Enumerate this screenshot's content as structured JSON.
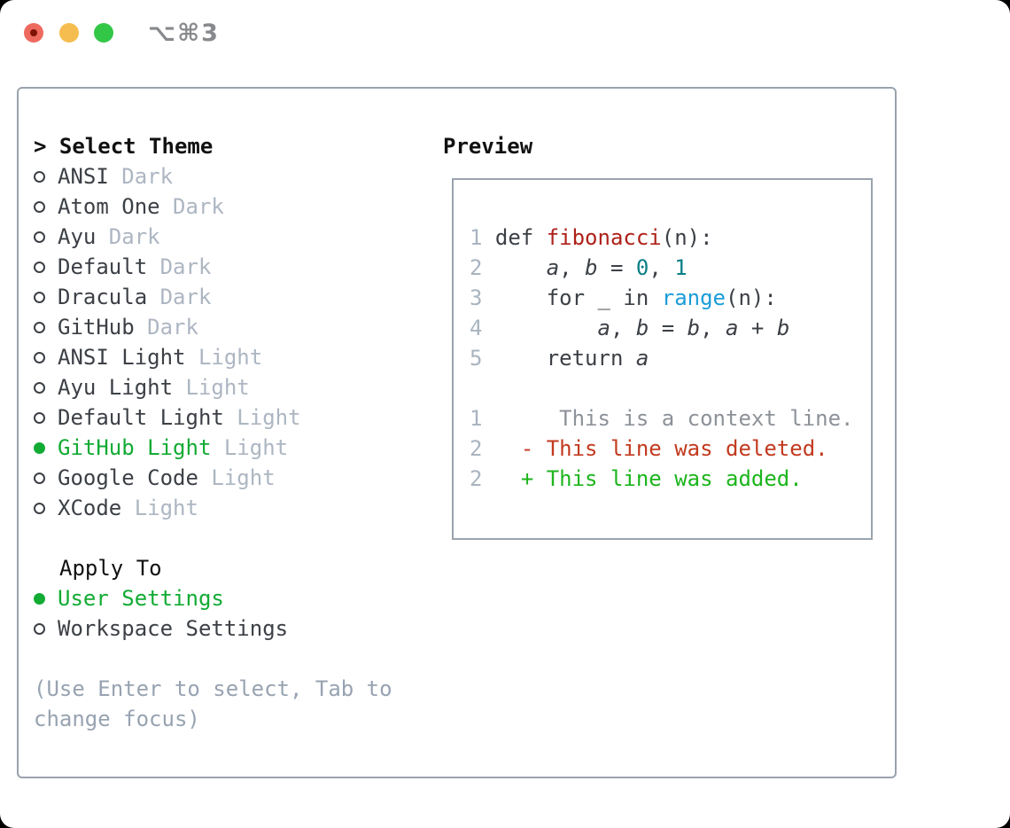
{
  "window": {
    "title": "⌥⌘3"
  },
  "colors": {
    "selection_green": "#12ab34",
    "added_green": "#1db51d",
    "deleted_red": "#c23a1f",
    "traffic_red": "#ee6a5f",
    "traffic_yellow": "#f5bd4f",
    "traffic_green": "#33c748",
    "panel_border": "#9aa3ae"
  },
  "theme_panel": {
    "prompt": "> ",
    "title": "Select Theme",
    "items": [
      {
        "name": "ANSI",
        "variant": "Dark",
        "selected": false
      },
      {
        "name": "Atom One",
        "variant": "Dark",
        "selected": false
      },
      {
        "name": "Ayu",
        "variant": "Dark",
        "selected": false
      },
      {
        "name": "Default",
        "variant": "Dark",
        "selected": false
      },
      {
        "name": "Dracula",
        "variant": "Dark",
        "selected": false
      },
      {
        "name": "GitHub",
        "variant": "Dark",
        "selected": false
      },
      {
        "name": "ANSI Light",
        "variant": "Light",
        "selected": false
      },
      {
        "name": "Ayu Light",
        "variant": "Light",
        "selected": false
      },
      {
        "name": "Default Light",
        "variant": "Light",
        "selected": false
      },
      {
        "name": "GitHub Light",
        "variant": "Light",
        "selected": true
      },
      {
        "name": "Google Code",
        "variant": "Light",
        "selected": false
      },
      {
        "name": "XCode",
        "variant": "Light",
        "selected": false
      }
    ],
    "apply_to": {
      "title": "Apply To",
      "options": [
        {
          "label": "User Settings",
          "selected": true
        },
        {
          "label": "Workspace Settings",
          "selected": false
        }
      ]
    },
    "help_lines": [
      "(Use Enter to select, Tab to",
      "change focus)"
    ]
  },
  "preview": {
    "title": "Preview",
    "syntax_colors": {
      "fg": "#3c4046",
      "func": "#ae211a",
      "num": "#0a7f85",
      "builtin": "#1b9cd8",
      "var": "#3c4046",
      "ctx": "#8d9299",
      "del": "#c23a1f",
      "add": "#1db51d",
      "lineno": "#a9b4c0"
    },
    "code_lines": [
      {
        "num": "1",
        "tokens": [
          {
            "t": " def ",
            "c": "fg"
          },
          {
            "t": "fibonacci",
            "c": "func"
          },
          {
            "t": "(n):",
            "c": "fg"
          }
        ]
      },
      {
        "num": "2",
        "tokens": [
          {
            "t": "     ",
            "c": "fg"
          },
          {
            "t": "a",
            "c": "var"
          },
          {
            "t": ", ",
            "c": "fg"
          },
          {
            "t": "b",
            "c": "var"
          },
          {
            "t": " = ",
            "c": "fg"
          },
          {
            "t": "0",
            "c": "num"
          },
          {
            "t": ", ",
            "c": "fg"
          },
          {
            "t": "1",
            "c": "num"
          }
        ]
      },
      {
        "num": "3",
        "tokens": [
          {
            "t": "     for _ in ",
            "c": "fg"
          },
          {
            "t": "range",
            "c": "builtin"
          },
          {
            "t": "(n):",
            "c": "fg"
          }
        ]
      },
      {
        "num": "4",
        "tokens": [
          {
            "t": "         ",
            "c": "fg"
          },
          {
            "t": "a",
            "c": "var"
          },
          {
            "t": ", ",
            "c": "fg"
          },
          {
            "t": "b",
            "c": "var"
          },
          {
            "t": " = ",
            "c": "fg"
          },
          {
            "t": "b",
            "c": "var"
          },
          {
            "t": ", ",
            "c": "fg"
          },
          {
            "t": "a",
            "c": "var"
          },
          {
            "t": " + ",
            "c": "fg"
          },
          {
            "t": "b",
            "c": "var"
          }
        ]
      },
      {
        "num": "5",
        "tokens": [
          {
            "t": "     return ",
            "c": "fg"
          },
          {
            "t": "a",
            "c": "var"
          }
        ]
      },
      {
        "num": "",
        "tokens": []
      },
      {
        "num": "1",
        "tokens": [
          {
            "t": "      This is a context line.",
            "c": "ctx"
          }
        ]
      },
      {
        "num": "2",
        "tokens": [
          {
            "t": "   ",
            "c": "fg"
          },
          {
            "t": "- This line was deleted.",
            "c": "del"
          }
        ]
      },
      {
        "num": "2",
        "tokens": [
          {
            "t": "   ",
            "c": "fg"
          },
          {
            "t": "+ This line was added.",
            "c": "add"
          }
        ]
      }
    ]
  }
}
